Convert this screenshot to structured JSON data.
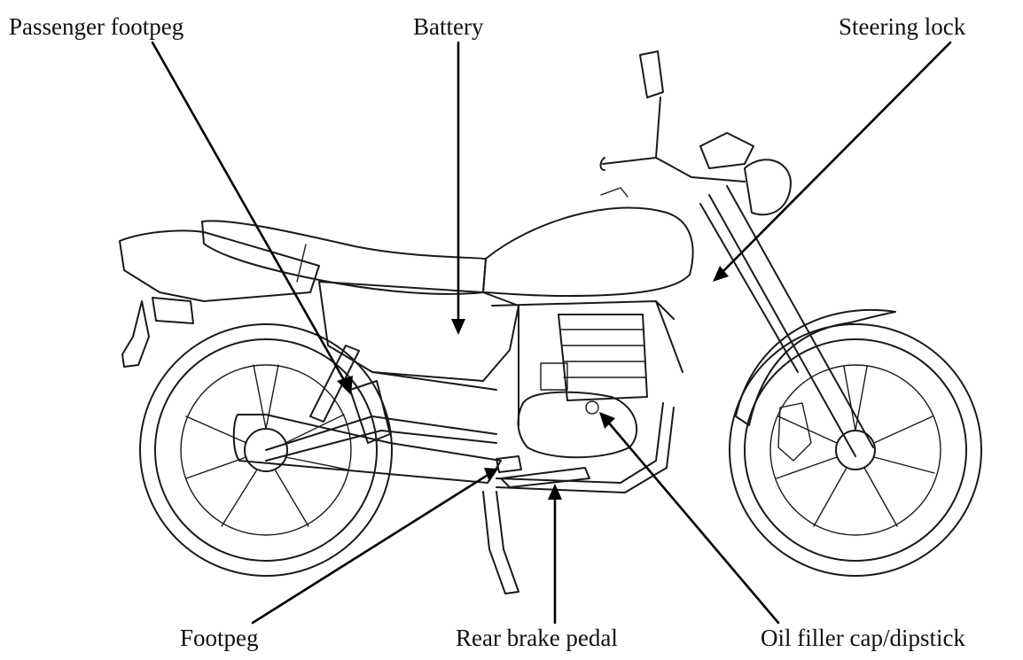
{
  "labels": {
    "passenger_footpeg": "Passenger footpeg",
    "battery": "Battery",
    "steering_lock": "Steering lock",
    "footpeg": "Footpeg",
    "rear_brake_pedal": "Rear brake pedal",
    "oil_filler": "Oil filler cap/dipstick"
  }
}
